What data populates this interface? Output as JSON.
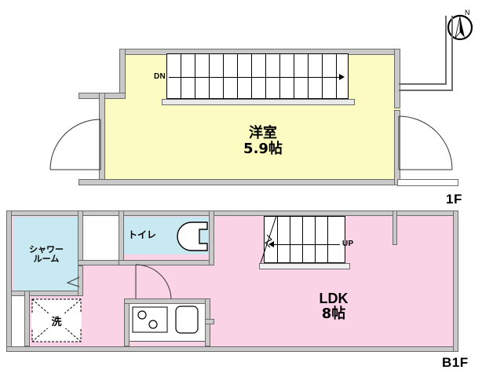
{
  "document": {
    "kind": "real-estate-floor-plan",
    "floors": [
      {
        "tag": "1F"
      },
      {
        "tag": "B1F"
      }
    ]
  },
  "compass": {
    "label": "N",
    "name": "north-arrow"
  },
  "floor1": {
    "tag": "1F",
    "rooms": [
      {
        "name": "western-room",
        "label_jp": "洋室",
        "size": "5.9帖",
        "color": "#fcfcc2"
      }
    ],
    "stairs": {
      "direction_label": "DN",
      "steps": 13,
      "arrow": "right"
    }
  },
  "basement": {
    "tag": "B1F",
    "rooms": [
      {
        "name": "ldk",
        "label": "LDK",
        "size": "8帖",
        "color": "#fbd3e6"
      },
      {
        "name": "shower-room",
        "label_line1": "シャワー",
        "label_line2": "ルーム",
        "color": "#c9e9f2"
      },
      {
        "name": "toilet",
        "label": "トイレ",
        "color": "#c9e9f2"
      },
      {
        "name": "washer-space",
        "label": "洗",
        "color": "#ffffff"
      }
    ],
    "stairs": {
      "direction_label": "UP",
      "steps": 6,
      "arrow": "left"
    },
    "kitchen": {
      "name": "kitchen-counter",
      "burners": 2,
      "sink": 1
    }
  },
  "colors": {
    "yellow_room": "#fcfcc2",
    "pink_room": "#fbd3e6",
    "blue_room": "#c9e9f2",
    "wall_fill": "#c9c9c9",
    "wall_stroke": "#6b6b6b",
    "line": "#000000"
  }
}
